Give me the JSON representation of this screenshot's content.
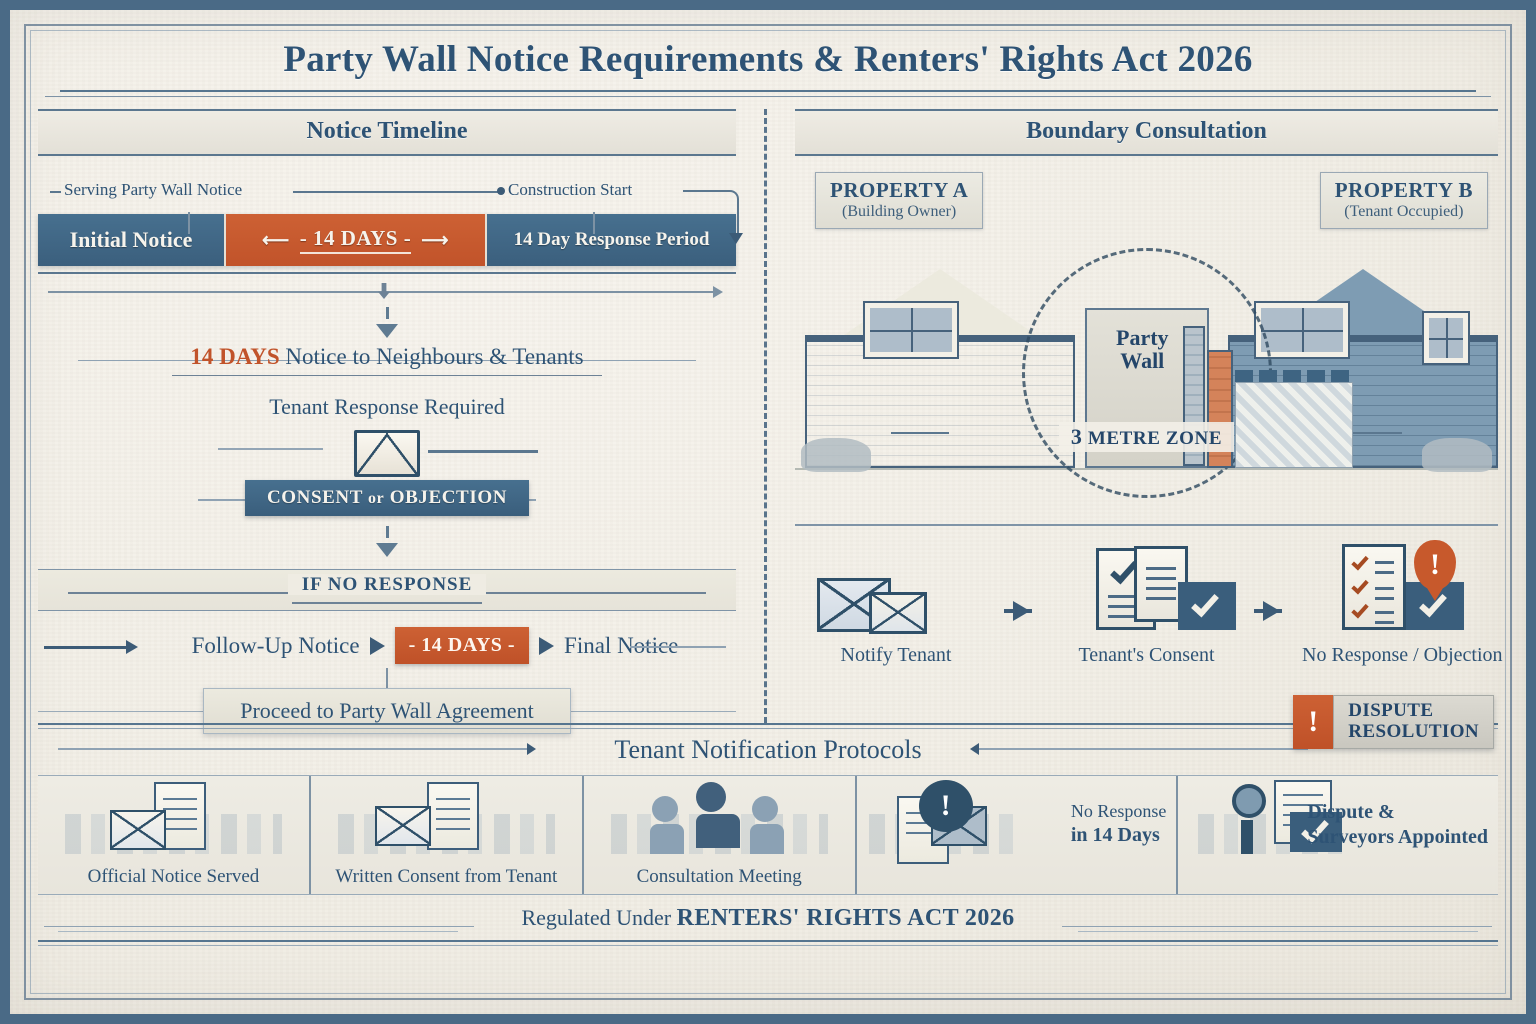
{
  "title": "Party Wall Notice Requirements & Renters' Rights Act 2026",
  "left_panel": {
    "heading": "Notice Timeline",
    "timeline": {
      "marker_start": "Serving Party Wall Notice",
      "marker_end": "Construction Start",
      "segments": [
        {
          "label": "Initial Notice",
          "color": "#3d6180"
        },
        {
          "label": "- 14 DAYS -",
          "color": "#c1532a"
        },
        {
          "label": "14 Day Response Period",
          "color": "#3d6180"
        }
      ]
    },
    "notice_line": {
      "highlight": "14 DAYS",
      "rest": "Notice to Neighbours & Tenants"
    },
    "tenant_response_label": "Tenant Response Required",
    "consent_chip": {
      "part1": "CONSENT",
      "part2": "or",
      "part3": "OBJECTION"
    },
    "no_response_band": "IF NO RESPONSE",
    "escalation": {
      "step1": "Follow-Up Notice",
      "pill": "- 14 DAYS -",
      "step2": "Final Notice"
    },
    "agreement_box": "Proceed to Party Wall Agreement"
  },
  "right_panel": {
    "heading": "Boundary Consultation",
    "property_a": {
      "title": "PROPERTY A",
      "subtitle": "(Building Owner)"
    },
    "property_b": {
      "title": "PROPERTY B",
      "subtitle": "(Tenant Occupied)"
    },
    "party_wall_label_line1": "Party",
    "party_wall_label_line2": "Wall",
    "zone_label_num": "3",
    "zone_label_text": "METRE ZONE",
    "steps": [
      {
        "label": "Notify Tenant",
        "icon": "envelopes-icon"
      },
      {
        "label": "Tenant's Consent",
        "icon": "checked-document-icon"
      },
      {
        "label": "No Response / Objection",
        "icon": "checklist-alert-icon"
      }
    ],
    "dispute_badge": {
      "icon": "exclamation-icon",
      "line1": "DISPUTE",
      "line2": "RESOLUTION"
    }
  },
  "bottom_section": {
    "heading": "Tenant Notification Protocols",
    "items": [
      {
        "label": "Official Notice Served",
        "icon": "envelope-document-icon"
      },
      {
        "label": "Written Consent from Tenant",
        "icon": "envelope-letter-icon"
      },
      {
        "label": "Consultation Meeting",
        "icon": "people-meeting-icon"
      },
      {
        "label_line1": "No Response",
        "label_line2": "in 14 Days",
        "icon": "alert-bubble-icon"
      },
      {
        "label_line1": "Dispute &",
        "label_line2": "Surveyors Appointed",
        "icon": "surveyor-icon"
      }
    ]
  },
  "footer": {
    "prefix": "Regulated Under",
    "act": "RENTERS' RIGHTS ACT 2026"
  },
  "colors": {
    "border": "#4a6a86",
    "paper": "#f2efe7",
    "navy": "#2e5375",
    "steel": "#3d6180",
    "orange": "#c1532a",
    "rule": "#7f94a7"
  }
}
